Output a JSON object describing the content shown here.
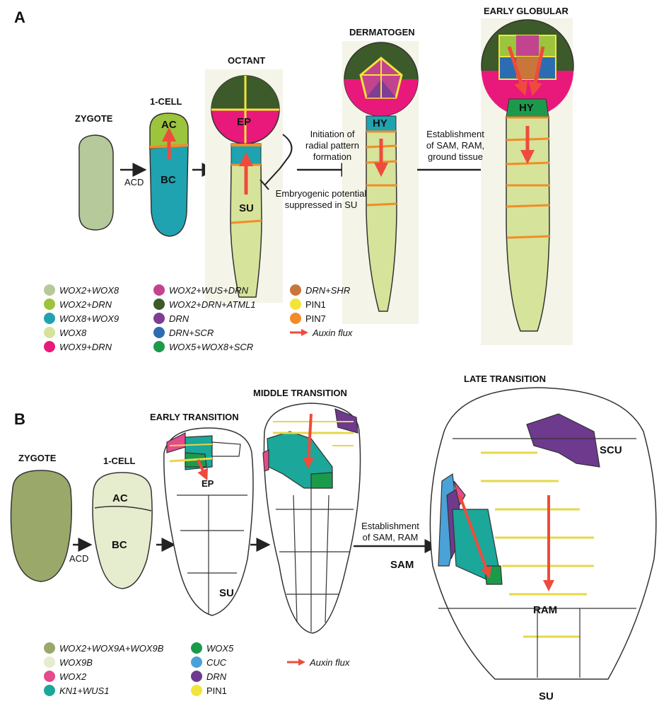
{
  "panels": {
    "a": "A",
    "b": "B"
  },
  "a": {
    "stages": {
      "zygote": "ZYGOTE",
      "one_cell": "1-CELL",
      "octant": "OCTANT",
      "dermatogen": "DERMATOGEN",
      "early_globular": "EARLY GLOBULAR"
    },
    "labels": {
      "acd": "ACD",
      "ac": "AC",
      "bc": "BC",
      "ep": "EP",
      "su": "SU",
      "hy": "HY",
      "hy2": "HY"
    },
    "captions": {
      "initiation": [
        "Initiation of",
        "radial pattern",
        "formation"
      ],
      "suppressed": [
        "Embryogenic potential",
        "suppressed in SU"
      ],
      "establishment": [
        "Establishment",
        "of SAM, RAM,",
        "ground tissue"
      ]
    },
    "legend": [
      [
        {
          "text": "WOX2+WOX8",
          "color": "#b5c99a",
          "italic": true
        },
        {
          "text": "WOX2+DRN",
          "color": "#9cc43c",
          "italic": true
        },
        {
          "text": "WOX8+WOX9",
          "color": "#1fa3b0",
          "italic": true
        },
        {
          "text": "WOX8",
          "color": "#d6e39a",
          "italic": true
        },
        {
          "text": "WOX9+DRN",
          "color": "#e8197a",
          "italic": true
        }
      ],
      [
        {
          "text": "WOX2+WUS+DRN",
          "color": "#c2448e",
          "italic": true
        },
        {
          "text": "WOX2+DRN+ATML1",
          "color": "#3c5a2a",
          "italic": true
        },
        {
          "text": "DRN",
          "color": "#7d3e94",
          "italic": true
        },
        {
          "text": "DRN+SCR",
          "color": "#2c6db2",
          "italic": true
        },
        {
          "text": "WOX5+WOX8+SCR",
          "color": "#1c9a4c",
          "italic": true
        }
      ],
      [
        {
          "text": "DRN+SHR",
          "color": "#c8763a",
          "italic": true
        },
        {
          "text": "PIN1",
          "color": "#f2e43a",
          "italic": false
        },
        {
          "text": "PIN7",
          "color": "#f28c28",
          "italic": false
        },
        {
          "text": "Auxin flux",
          "color": "#ef4b3c",
          "italic": true,
          "arrow": true
        }
      ]
    ]
  },
  "b": {
    "stages": {
      "zygote": "ZYGOTE",
      "one_cell": "1-CELL",
      "early": "EARLY TRANSITION",
      "middle": "MIDDLE TRANSITION",
      "late": "LATE TRANSITION"
    },
    "labels": {
      "acd": "ACD",
      "ac": "AC",
      "bc": "BC",
      "ep": "EP",
      "su": "SU",
      "sam": "SAM",
      "scu": "SCU",
      "ram": "RAM",
      "su2": "SU"
    },
    "captions": {
      "establishment": [
        "Establishment",
        "of SAM, RAM"
      ]
    },
    "legend": [
      [
        {
          "text": "WOX2+WOX9A+WOX9B",
          "color": "#9aa86a",
          "italic": true
        },
        {
          "text": "WOX9B",
          "color": "#e6ecce",
          "italic": true
        },
        {
          "text": "WOX2",
          "color": "#e44a8c",
          "italic": true
        },
        {
          "text": "KN1+WUS1",
          "color": "#1ba79a",
          "italic": true
        }
      ],
      [
        {
          "text": "WOX5",
          "color": "#1c9a4c",
          "italic": true
        },
        {
          "text": "CUC",
          "color": "#4aa2d8",
          "italic": true
        },
        {
          "text": "DRN",
          "color": "#6e3a8e",
          "italic": true
        },
        {
          "text": "PIN1",
          "color": "#f2e43a",
          "italic": false
        }
      ],
      [
        {
          "text": "Auxin flux",
          "color": "#ef4b3c",
          "italic": true,
          "arrow": true
        }
      ]
    ]
  }
}
